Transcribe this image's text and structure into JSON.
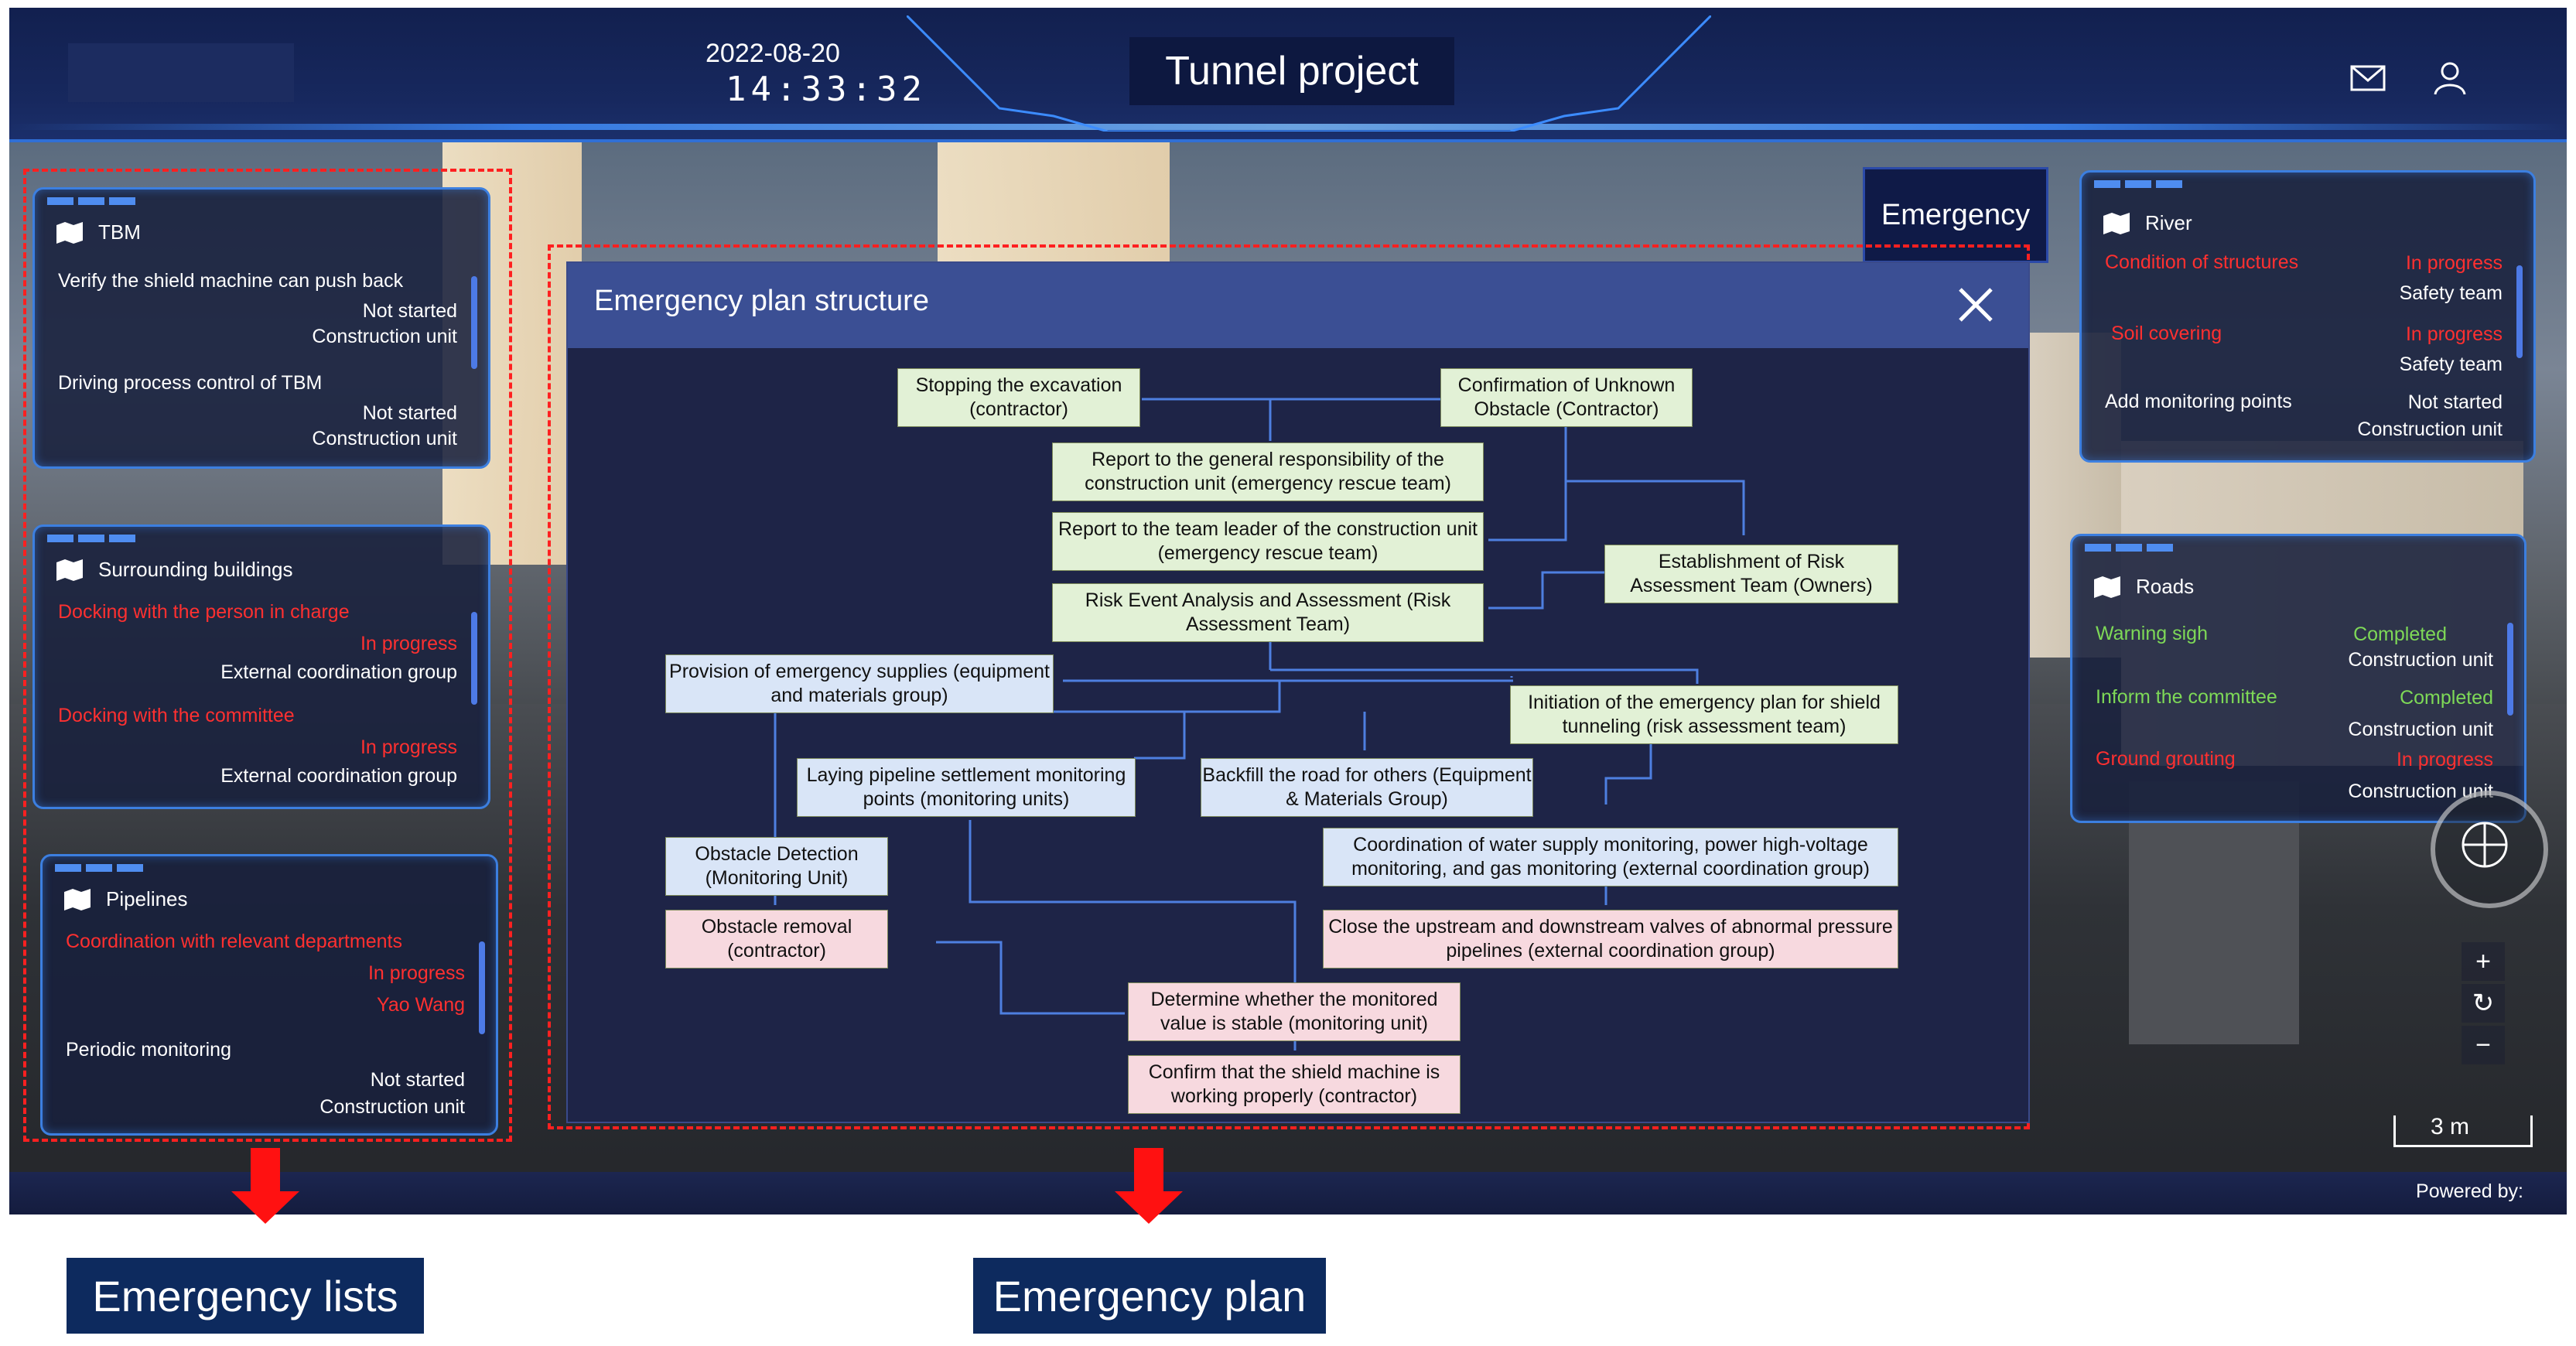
{
  "header": {
    "date": "2022-08-20",
    "time": "14:33:32",
    "title": "Tunnel project",
    "mail_icon": "mail-icon",
    "user_icon": "user-icon"
  },
  "emergency_button": "Emergency",
  "panels": {
    "tbm": {
      "title": "TBM",
      "items": [
        {
          "task": "Verify the shield machine can push back",
          "status": "Not started",
          "owner": "Construction unit"
        },
        {
          "task": "Driving process control of TBM",
          "status": "Not started",
          "owner": "Construction unit"
        }
      ]
    },
    "buildings": {
      "title": "Surrounding buildings",
      "items": [
        {
          "task": "Docking with the person in charge",
          "status": "In progress",
          "owner": "External coordination group"
        },
        {
          "task": "Docking with the committee",
          "status": "In progress",
          "owner": "External coordination group"
        }
      ]
    },
    "pipelines": {
      "title": "Pipelines",
      "items": [
        {
          "task": "Coordination with relevant departments",
          "status": "In progress",
          "owner": "Yao Wang"
        },
        {
          "task": "Periodic monitoring",
          "status": "Not started",
          "owner": "Construction unit"
        }
      ]
    },
    "river": {
      "title": "River",
      "items": [
        {
          "task": "Condition of structures",
          "status": "In progress",
          "owner": "Safety team"
        },
        {
          "task": "Soil covering",
          "status": "In progress",
          "owner": "Safety team"
        },
        {
          "task": "Add monitoring points",
          "status": "Not started",
          "owner": "Construction unit"
        }
      ]
    },
    "roads": {
      "title": "Roads",
      "items": [
        {
          "task": "Warning sigh",
          "status": "Completed",
          "owner": "Construction unit"
        },
        {
          "task": "Inform the committee",
          "status": "Completed",
          "owner": "Construction unit"
        },
        {
          "task": "Ground grouting",
          "status": "In progress",
          "owner": "Construction unit"
        }
      ]
    }
  },
  "plan": {
    "title": "Emergency plan structure",
    "close_icon": "close-icon",
    "boxes": {
      "stop": "Stopping the excavation (contractor)",
      "confirm_obstacle": "Confirmation of Unknown Obstacle (Contractor)",
      "report_general": "Report to the general responsibility of the construction unit (emergency rescue team)",
      "report_leader": "Report to the team leader of the construction unit (emergency rescue team)",
      "risk_team": "Establishment of Risk Assessment Team (Owners)",
      "risk_analysis": "Risk Event Analysis and Assessment (Risk Assessment Team)",
      "supplies": "Provision of emergency supplies (equipment and materials group)",
      "initiation": "Initiation of the emergency plan for shield tunneling (risk assessment team)",
      "laying": "Laying pipeline settlement monitoring points (monitoring units)",
      "backfill": "Backfill the road for others (Equipment & Materials Group)",
      "detection": "Obstacle Detection (Monitoring Unit)",
      "coordination": "Coordination of water supply monitoring, power high-voltage monitoring, and gas monitoring (external coordination group)",
      "removal": "Obstacle removal (contractor)",
      "valves": "Close the upstream and downstream valves of abnormal pressure pipelines (external coordination group)",
      "stable": "Determine whether the monitored value is stable (monitoring unit)",
      "shield_ok": "Confirm that the shield machine is working properly (contractor)"
    }
  },
  "map": {
    "zoom_in": "+",
    "reset": "↻",
    "zoom_out": "−",
    "scale": "3 m",
    "powered_by": "Powered by:"
  },
  "captions": {
    "lists": "Emergency lists",
    "plan": "Emergency plan"
  },
  "colors": {
    "in_progress": "#ff3030",
    "completed": "#7ed957",
    "header_bg": "#12204f",
    "plan_bg": "#1e2447",
    "highlight_dash": "#ff2020"
  }
}
